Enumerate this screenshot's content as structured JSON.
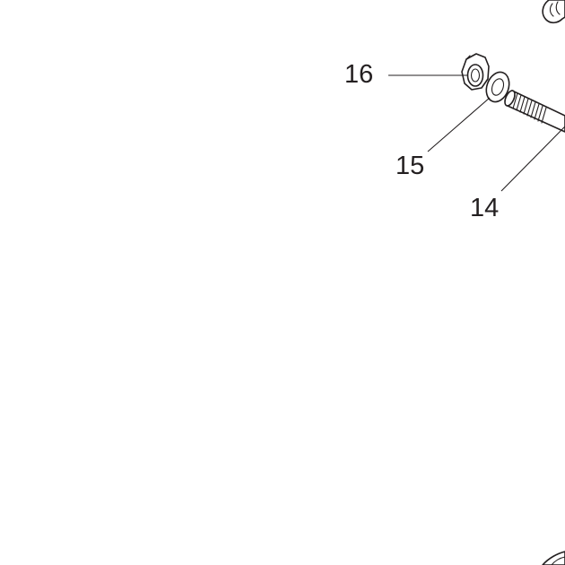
{
  "callouts": [
    {
      "id": "16",
      "label": "16"
    },
    {
      "id": "15",
      "label": "15"
    },
    {
      "id": "14",
      "label": "14"
    }
  ],
  "colors": {
    "ink": "#231f20",
    "background": "#ffffff"
  },
  "parts": [
    {
      "name": "nut",
      "callout": "16"
    },
    {
      "name": "washer",
      "callout": "15"
    },
    {
      "name": "threaded-rod",
      "callout": "14"
    }
  ]
}
